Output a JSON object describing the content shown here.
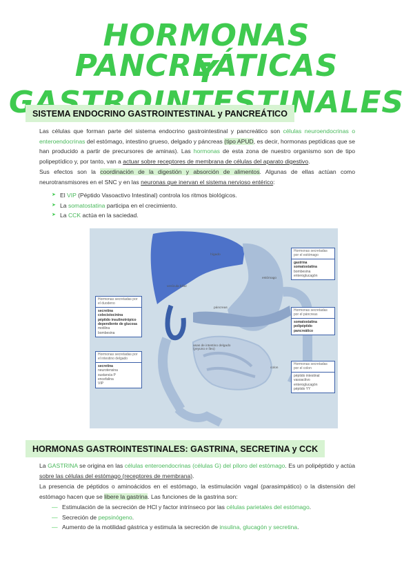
{
  "title": {
    "line1": "HORMONAS PANCREÁTICAS",
    "line2": "Y GASTROINTESTINALES"
  },
  "section1": {
    "heading": "SISTEMA ENDOCRINO GASTROINTESTINAL y PANCREÁTICO",
    "p1_a": "Las células que forman parte del sistema endocrino gastrointestinal y pancreático son ",
    "p1_b": "células neuroendocrinas o enteroendocrinas",
    "p1_c": " del estómago, intestino grueso, delgado y páncreas ",
    "p1_d": "(tipo APUD",
    "p1_e": ", es decir, hormonas peptídicas que se han producido a partir de precursores de aminas). Las ",
    "p1_f": "hormonas",
    "p1_g": " de esta zona de nuestro organismo son de tipo polipeptídico y, por tanto, van a ",
    "p1_h": "actuar sobre receptores de membrana de células del aparato digestivo",
    "p1_i": ".",
    "p2_a": "Sus efectos son la ",
    "p2_b": "coordinación de la digestión y absorción de alimentos",
    "p2_c": ". Algunas de ellas actúan como neurotransmisores en el SNC y en las ",
    "p2_d": "neuronas que inervan el sistema nervioso entérico",
    "p2_e": ":",
    "bullets": [
      {
        "pre": "El ",
        "hl": "VIP",
        "mid": " (Péptido Vasoactivo Intestinal) controla los ritmos biológicos."
      },
      {
        "pre": "La ",
        "hl": "somatostatina",
        "mid": " participa en el crecimiento."
      },
      {
        "pre": "La ",
        "hl": "CCK",
        "mid": " actúa en la saciedad."
      }
    ]
  },
  "figure": {
    "labels": {
      "higado": "hígado",
      "vesicula": "vesícula biliar",
      "estomago": "estómago",
      "pancreas": "páncreas",
      "asas": "asas de intestino delgado (yeyuno e íleo)",
      "colon": "colon"
    },
    "boxes": [
      {
        "header": "Hormonas secretadas por el estómago",
        "bold": [
          "gastrina",
          "somatostatina"
        ],
        "normal": [
          "bombesina",
          "enteroglucagón"
        ]
      },
      {
        "header": "Hormonas secretadas por el duodeno",
        "bold": [
          "secretina",
          "colecistocinina",
          "péptido insulinotrópico dependiente de glucosa"
        ],
        "normal": [
          "motilina",
          "bombesina"
        ]
      },
      {
        "header": "Hormonas secretadas por el páncreas",
        "bold": [
          "somatostatina",
          "polipéptido pancreático"
        ],
        "normal": []
      },
      {
        "header": "Hormonas secretadas por el intestino delgado",
        "bold": [
          "secretina"
        ],
        "normal": [
          "neurotensina",
          "sustancia P",
          "encefalina",
          "VIP"
        ]
      },
      {
        "header": "Hormonas secretadas por el colon",
        "bold": [],
        "normal": [
          "péptido intestinal vasoactivo",
          "enteroglucagón",
          "péptido YY"
        ]
      }
    ]
  },
  "section2": {
    "heading": "HORMONAS GASTROINTESTINALES: GASTRINA, SECRETINA y CCK",
    "p1_a": "La ",
    "p1_b": "GASTRINA",
    "p1_c": " se origina en las ",
    "p1_d": "células enteroendocrinas (células G) del píloro del estómago",
    "p1_e": ". Es un polipéptido y actúa ",
    "p1_f": "sobre las células del estómago (receptores de membrana)",
    "p1_g": ".",
    "p2_a": "La presencia de péptidos o aminoácidos en el estómago, la estimulación vagal (parasimpático) o la distensión del estómago hacen que se ",
    "p2_b": "libere la gastrina",
    "p2_c": ". Las funciones de la gastrina son:",
    "dashes": [
      {
        "pre": "Estimulación de la secreción de HCl y factor intrínseco por las ",
        "hl": "células parietales del estómago",
        "post": "."
      },
      {
        "pre": "Secreción de ",
        "hl": "pepsinógeno",
        "post": "."
      },
      {
        "pre": "Aumento de la motilidad gástrica y estimula la secreción de ",
        "hl": "insulina, glucagón y secretina",
        "post": "."
      }
    ]
  }
}
